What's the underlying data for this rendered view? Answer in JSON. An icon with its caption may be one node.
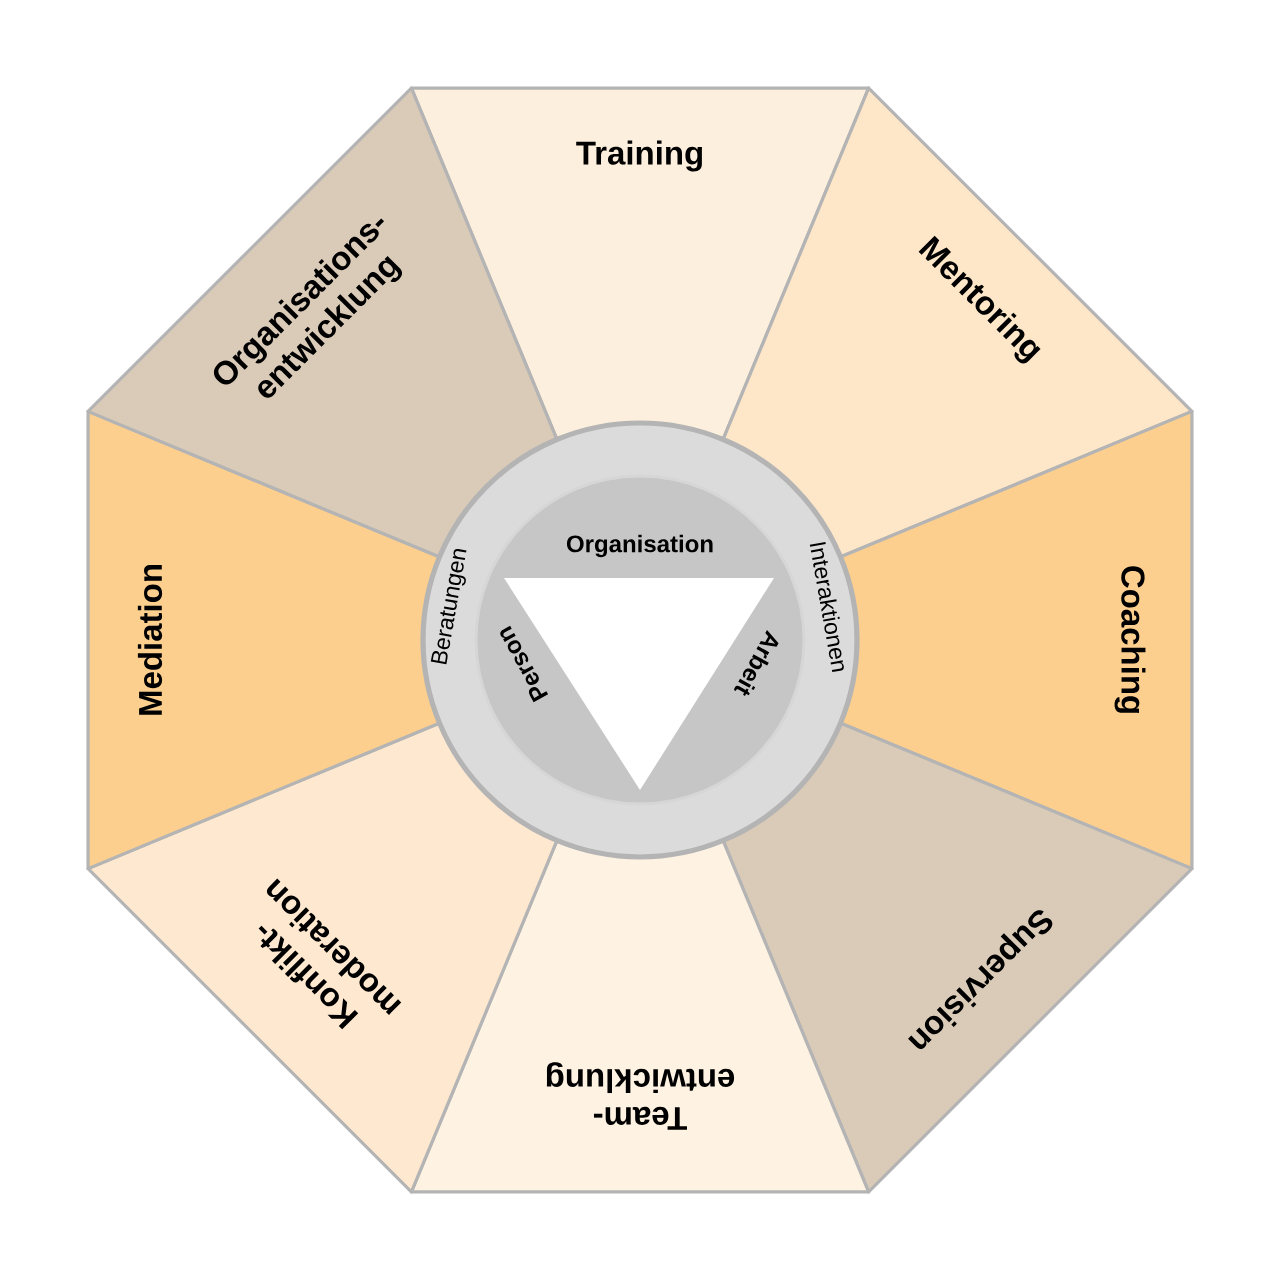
{
  "diagram": {
    "nodes": [
      {
        "text": [
          "Training"
        ]
      },
      {
        "text": [
          "Mentoring"
        ]
      },
      {
        "text": [
          "Coaching"
        ]
      },
      {
        "text": [
          "Supervision"
        ]
      },
      {
        "text": [
          "Team- entwicklung"
        ]
      },
      {
        "text": [
          "Konflikt- moderation"
        ]
      },
      {
        "text": [
          "Mediation"
        ]
      },
      {
        "text": [
          "Organisations- entwicklung"
        ]
      },
      {
        "text": [
          "Beratungen",
          "Interaktionen"
        ]
      },
      {
        "text": [
          "Organisation",
          "Person",
          "Arbeit"
        ],
        "in": 8
      }
    ]
  }
}
